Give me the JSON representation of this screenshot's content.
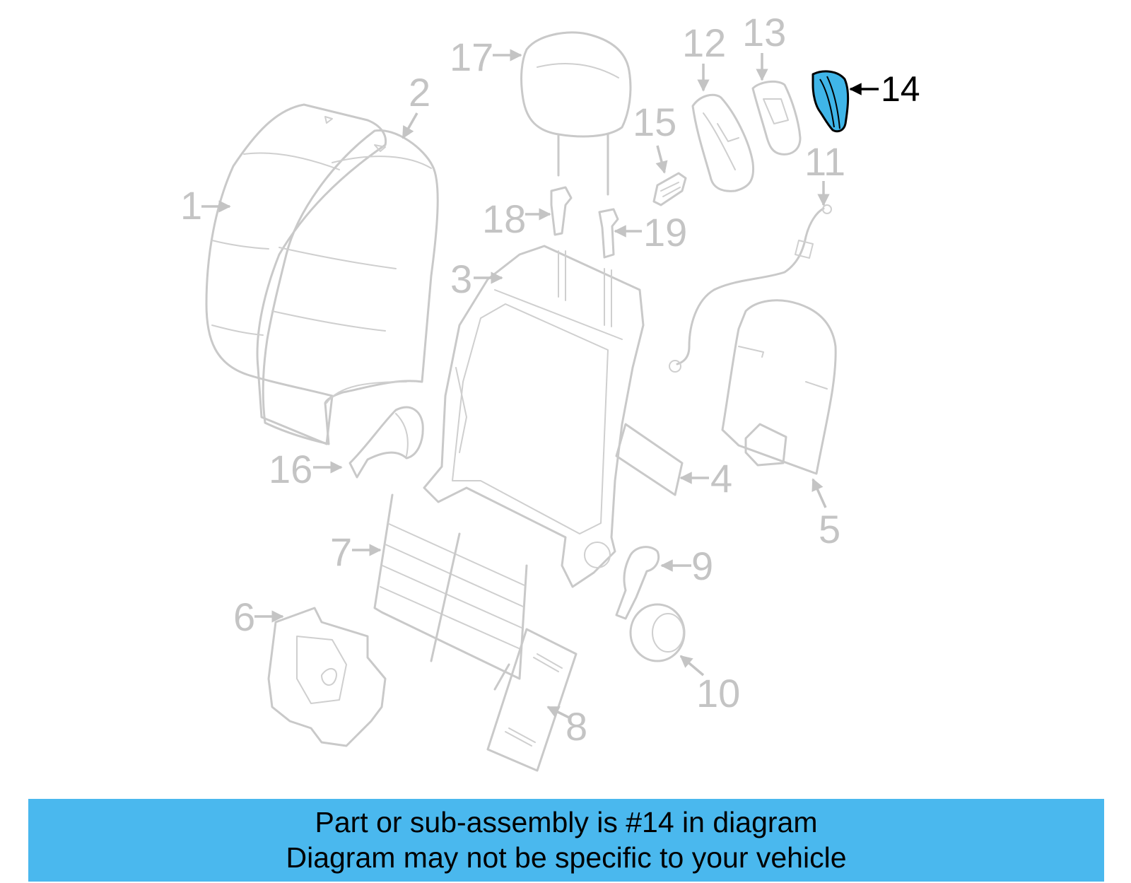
{
  "diagram": {
    "callouts": [
      "1",
      "2",
      "3",
      "4",
      "5",
      "6",
      "7",
      "8",
      "9",
      "10",
      "11",
      "12",
      "13",
      "14",
      "15",
      "16",
      "17",
      "18",
      "19"
    ],
    "highlighted_callout": "14",
    "highlight_color": "#3fb5e8"
  },
  "banner": {
    "line1": "Part or sub-assembly is #14 in diagram",
    "line2": "Diagram may not be specific to your vehicle",
    "background": "#4ab8ee"
  }
}
